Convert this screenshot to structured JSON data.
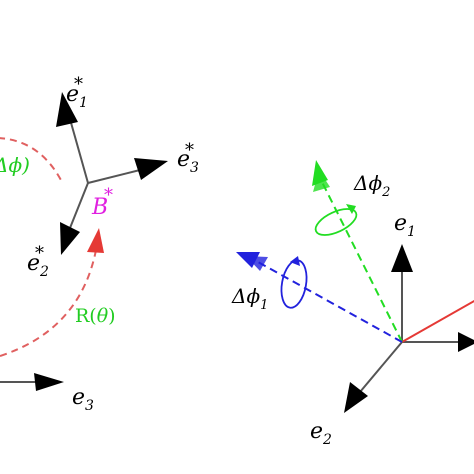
{
  "left_frame": {
    "e1_star": {
      "base": "e",
      "sub": "1",
      "sup": "*"
    },
    "e2_star": {
      "base": "e",
      "sub": "2",
      "sup": "*"
    },
    "e3_star": {
      "base": "e",
      "sub": "3",
      "sup": "*"
    },
    "b_star": {
      "base": "B",
      "sup": "*"
    },
    "phi_partial": "Δϕ)",
    "rotation_label": "R(",
    "rotation_theta": "θ",
    "rotation_close": ")",
    "e3": {
      "base": "e",
      "sub": "3"
    }
  },
  "right_frame": {
    "e1": {
      "base": "e",
      "sub": "1"
    },
    "e2": {
      "base": "e",
      "sub": "2"
    },
    "dphi1": {
      "base": "Δϕ",
      "sub": "1"
    },
    "dphi2": {
      "base": "Δϕ",
      "sub": "2"
    }
  },
  "colors": {
    "black": "#000000",
    "red": "#e53935",
    "green": "#22dd22",
    "blue": "#2222dd",
    "magenta": "#e020e0",
    "dashed_red": "#e06060"
  }
}
